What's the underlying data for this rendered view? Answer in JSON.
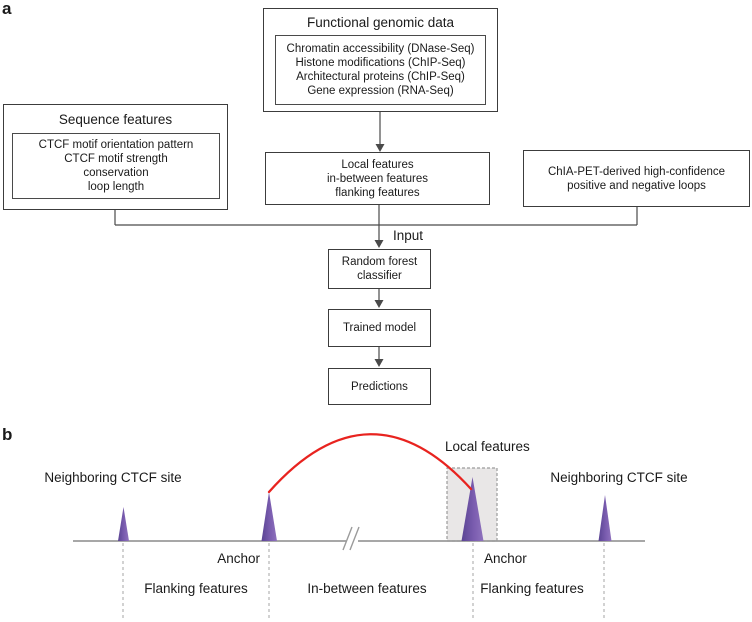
{
  "colors": {
    "loop_red": "#e8231f",
    "ctcf_purple": "#7a5caf",
    "ctcf_purple_dark": "#5a4493",
    "ctcf_purple_light": "#8f72bd",
    "axis_gray": "#9b9b9b",
    "dash_gray": "#b5b5b5",
    "region_fill": "#e9e7e7",
    "box_border": "#3c3c3c",
    "connector": "#4a4a4a",
    "text": "#1a1a1a"
  },
  "panel_a": {
    "label": "a",
    "functional_genomic_box": {
      "title": "Functional genomic data",
      "items": [
        "Chromatin accessibility (DNase-Seq)",
        "Histone modifications (ChIP-Seq)",
        "Architectural proteins (ChIP-Seq)",
        "Gene expression (RNA-Seq)"
      ]
    },
    "sequence_features_box": {
      "title": "Sequence features",
      "items": [
        "CTCF motif orientation pattern",
        "CTCF motif strength",
        "conservation",
        "loop length"
      ]
    },
    "features_box": {
      "lines": [
        "Local features",
        "in-between features",
        "flanking features"
      ]
    },
    "chia_pet_box": {
      "lines": [
        "ChIA-PET-derived high-confidence",
        "positive and negative loops"
      ]
    },
    "input_label": "Input",
    "classifier_box": {
      "lines": [
        "Random forest",
        "classifier"
      ]
    },
    "trained_model_box": {
      "label": "Trained model"
    },
    "predictions_box": {
      "label": "Predictions"
    }
  },
  "panel_b": {
    "label": "b",
    "neighboring_left_label": "Neighboring CTCF site",
    "neighboring_right_label": "Neighboring CTCF site",
    "local_features_label": "Local features",
    "anchor_left_label": "Anchor",
    "anchor_right_label": "Anchor",
    "flanking_left_label": "Flanking features",
    "in_between_label": "In-between features",
    "flanking_right_label": "Flanking features"
  }
}
